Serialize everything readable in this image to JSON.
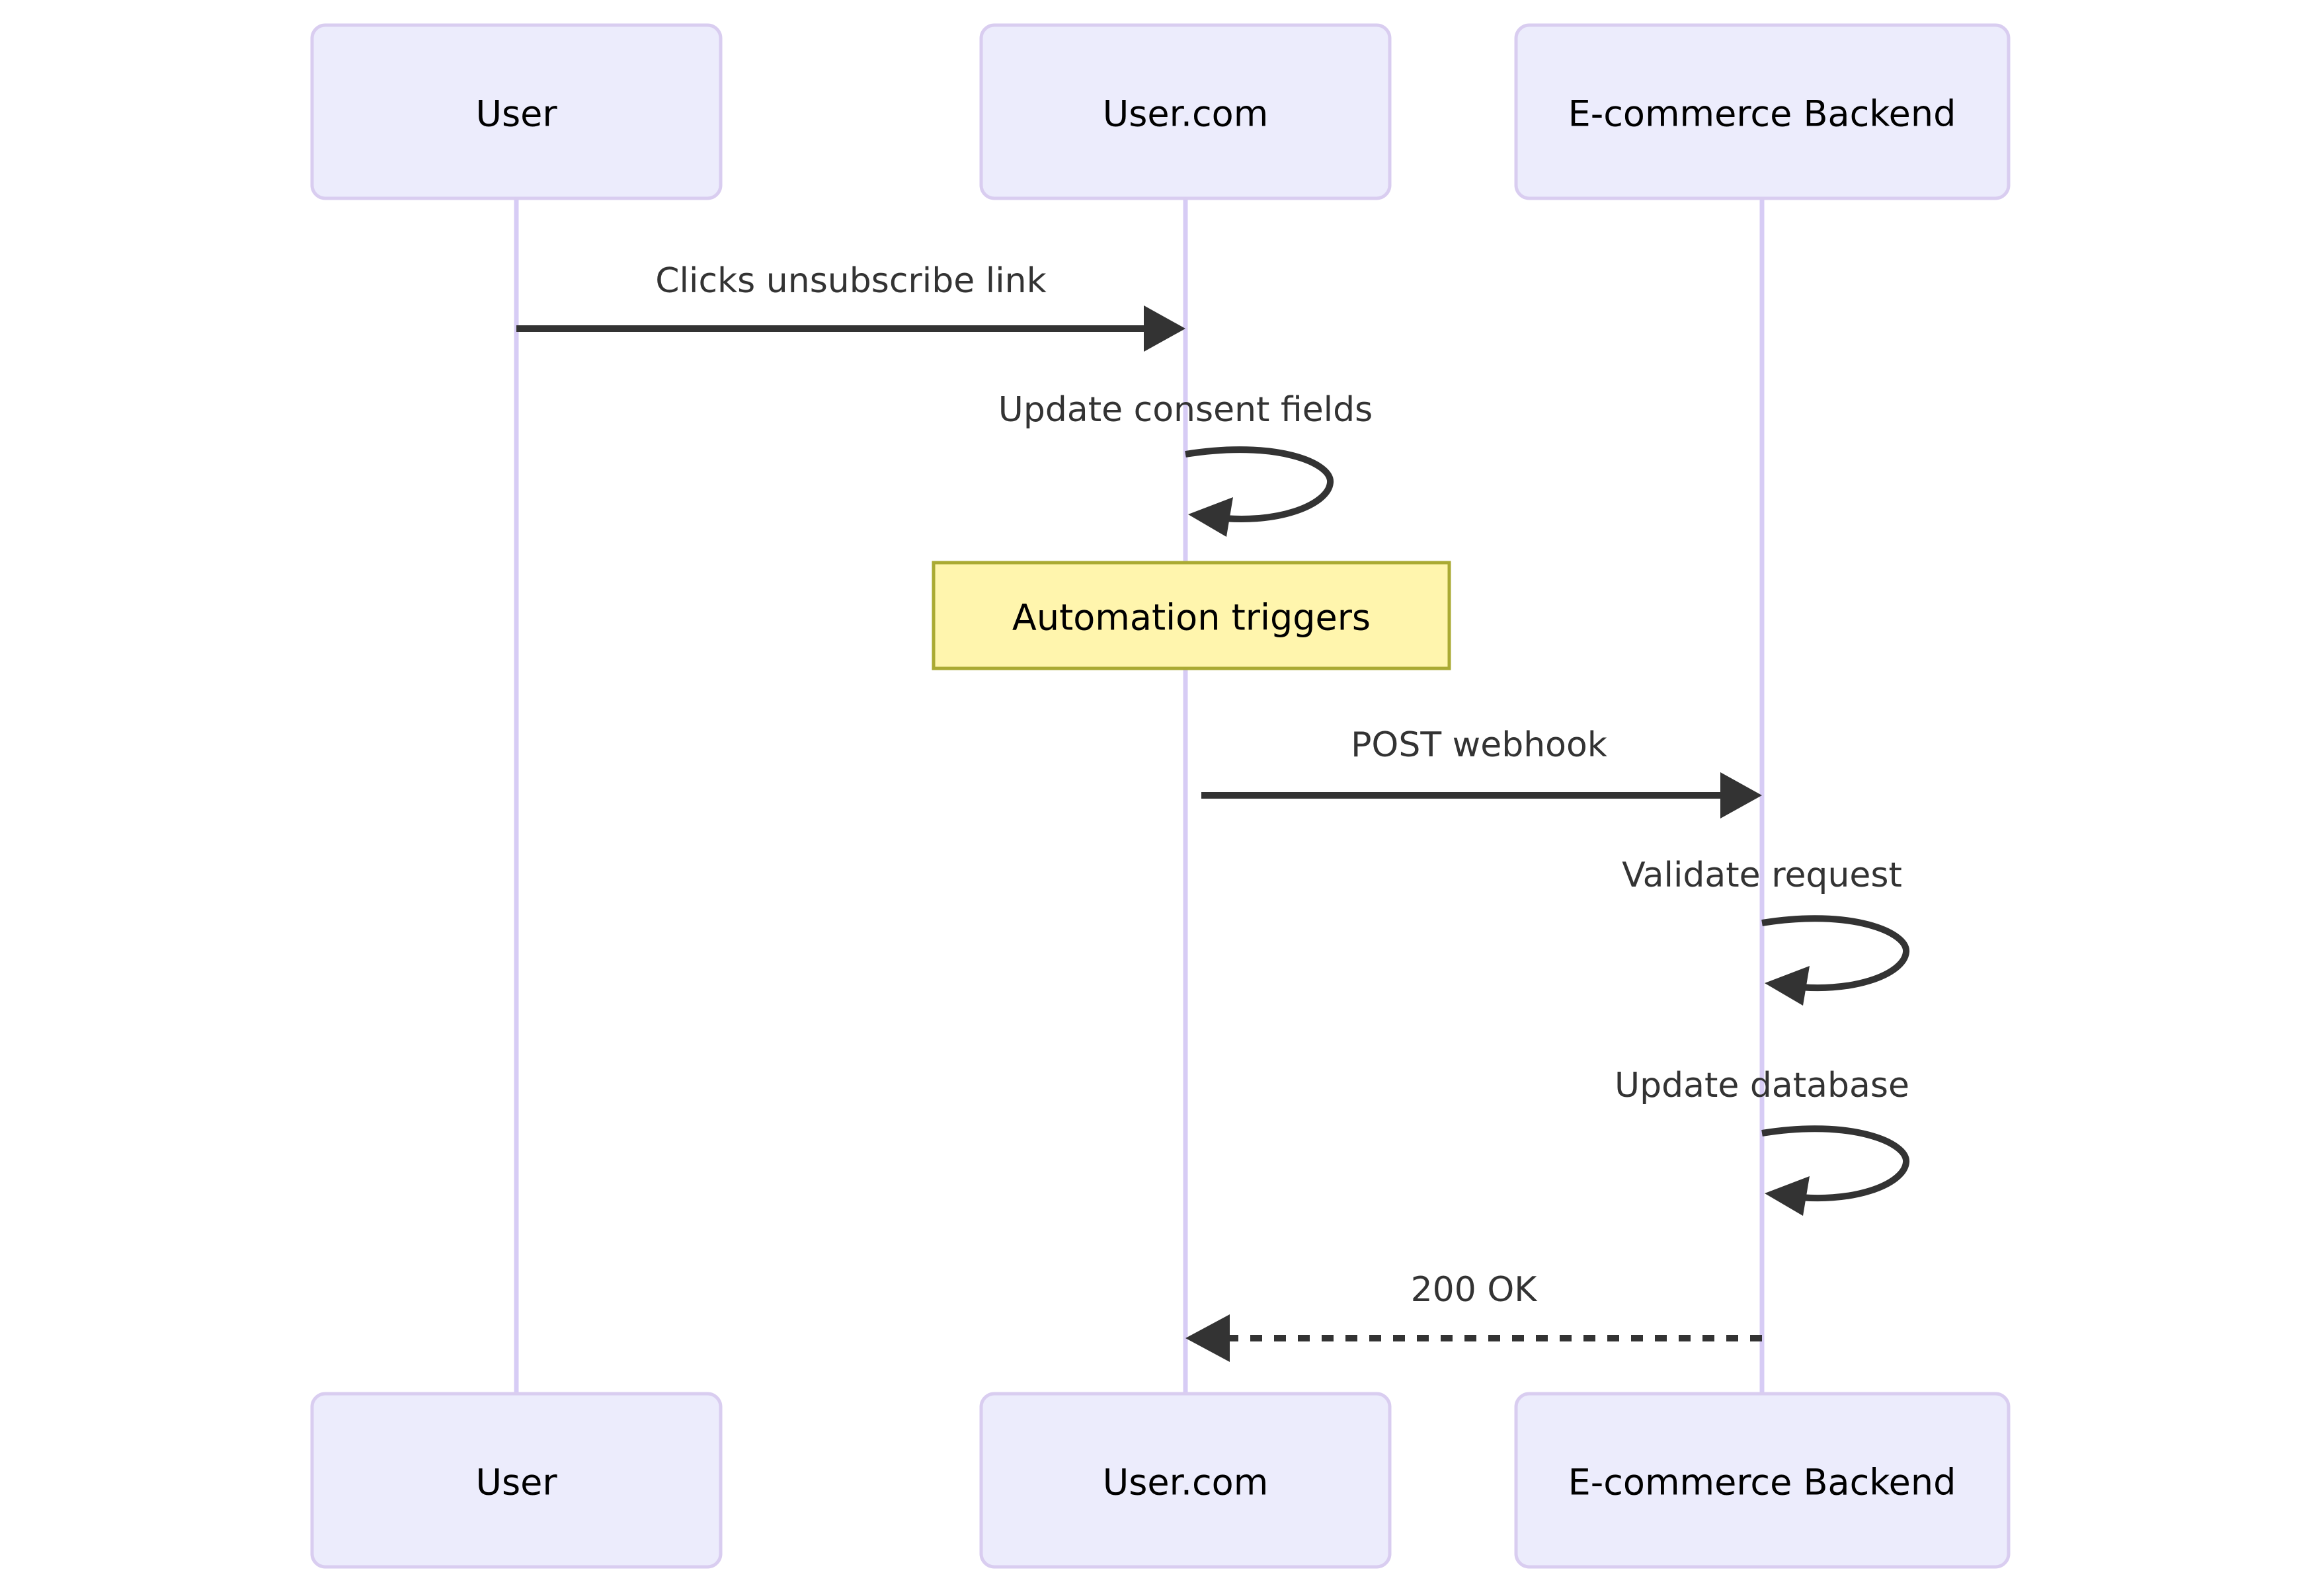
{
  "diagram": {
    "type": "sequence-diagram",
    "title": "",
    "background_color": "#ffffff",
    "actor_fill": "#ececfc",
    "actor_stroke": "#d9cdf0",
    "lifeline_color": "#d7ccf5",
    "message_color": "#333333",
    "note_fill": "#fff5ad",
    "note_stroke": "#aaaa33"
  },
  "actors": [
    {
      "id": "user",
      "label": "User"
    },
    {
      "id": "usercom",
      "label": "User.com"
    },
    {
      "id": "ecommerce",
      "label": "E-commerce Backend"
    }
  ],
  "actors_bottom": [
    {
      "id": "user",
      "label": "User"
    },
    {
      "id": "usercom",
      "label": "User.com"
    },
    {
      "id": "ecommerce",
      "label": "E-commerce Backend"
    }
  ],
  "messages": [
    {
      "index": 1,
      "from": "user",
      "to": "usercom",
      "label": "Clicks unsubscribe link",
      "style": "solid",
      "arrow": "filled",
      "direction": "right",
      "self": false
    },
    {
      "index": 2,
      "from": "usercom",
      "to": "usercom",
      "label": "Update consent fields",
      "style": "solid",
      "arrow": "filled",
      "direction": "self",
      "self": true
    },
    {
      "index": 3,
      "from": "usercom",
      "to": "ecommerce",
      "label": "POST webhook",
      "style": "solid",
      "arrow": "filled",
      "direction": "right",
      "self": false
    },
    {
      "index": 4,
      "from": "ecommerce",
      "to": "ecommerce",
      "label": "Validate request",
      "style": "solid",
      "arrow": "filled",
      "direction": "self",
      "self": true
    },
    {
      "index": 5,
      "from": "ecommerce",
      "to": "ecommerce",
      "label": "Update database",
      "style": "solid",
      "arrow": "filled",
      "direction": "self",
      "self": true
    },
    {
      "index": 6,
      "from": "ecommerce",
      "to": "usercom",
      "label": "200 OK",
      "style": "dashed",
      "arrow": "filled",
      "direction": "left",
      "self": false
    }
  ],
  "notes": [
    {
      "id": "automation-note",
      "over": "usercom",
      "label": "Automation triggers"
    }
  ]
}
